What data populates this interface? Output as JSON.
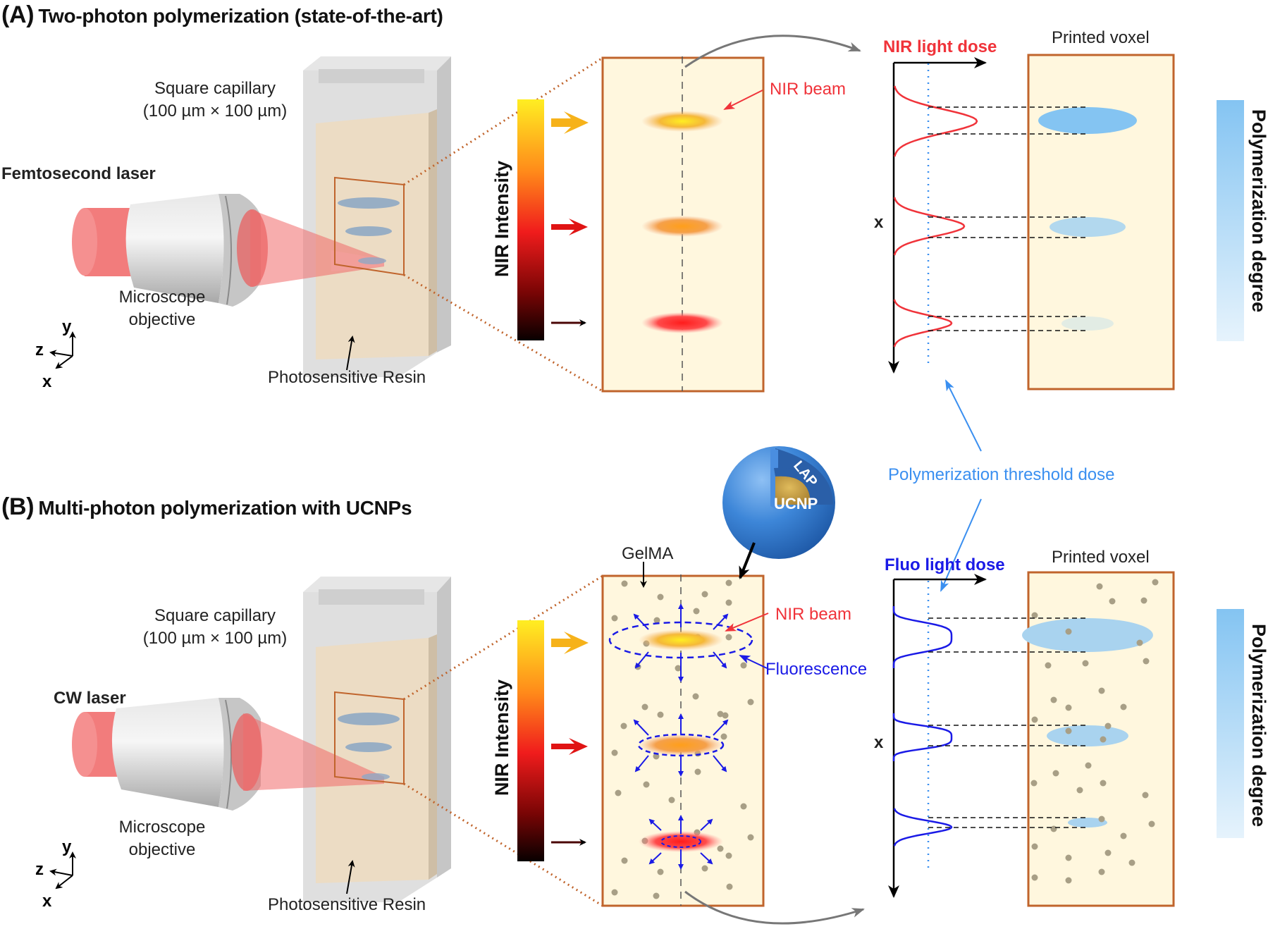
{
  "panel_a": {
    "letter": "(A)",
    "title": "Two-photon polymerization (state-of-the-art)",
    "laser_label": "Femtosecond laser",
    "capillary_label_line1": "Square capillary",
    "capillary_label_line2": "(100 µm × 100 µm)",
    "objective_label_line1": "Microscope",
    "objective_label_line2": "objective",
    "resin_label": "Photosensitive Resin",
    "intensity_label": "NIR Intensity",
    "beam_label": "NIR beam",
    "dose_label": "NIR light dose",
    "dose_axis_label": "x",
    "voxel_label": "Printed voxel",
    "degree_label": "Polymerization degree",
    "axes": {
      "y": "y",
      "z": "z",
      "x": "x"
    }
  },
  "panel_b": {
    "letter": "(B)",
    "title": "Multi-photon polymerization with UCNPs",
    "laser_label": "CW laser",
    "capillary_label_line1": "Square capillary",
    "capillary_label_line2": "(100 µm × 100 µm)",
    "objective_label_line1": "Microscope",
    "objective_label_line2": "objective",
    "resin_label": "Photosensitive Resin",
    "intensity_label": "NIR Intensity",
    "gelma_label": "GelMA",
    "beam_label": "NIR beam",
    "fluorescence_label": "Fluorescence",
    "dose_label": "Fluo light dose",
    "dose_axis_label": "x",
    "voxel_label": "Printed voxel",
    "degree_label": "Polymerization degree",
    "axes": {
      "y": "y",
      "z": "z",
      "x": "x"
    }
  },
  "shared": {
    "threshold_label": "Polymerization threshold dose",
    "particle_core_label": "UCNP",
    "particle_shell_label": "LAP"
  },
  "colors": {
    "nir_red": "#f0333a",
    "fluo_blue": "#1a1ae6",
    "threshold_blue": "#3a8ff0",
    "frame_orange": "#c0642c",
    "resin_bg": "#fff7de",
    "voxel_blue": "#7fc0f0",
    "particle_blue": "#3d86d8",
    "particle_core": "#c9a14a",
    "gelma_dot": "#a89f86"
  }
}
